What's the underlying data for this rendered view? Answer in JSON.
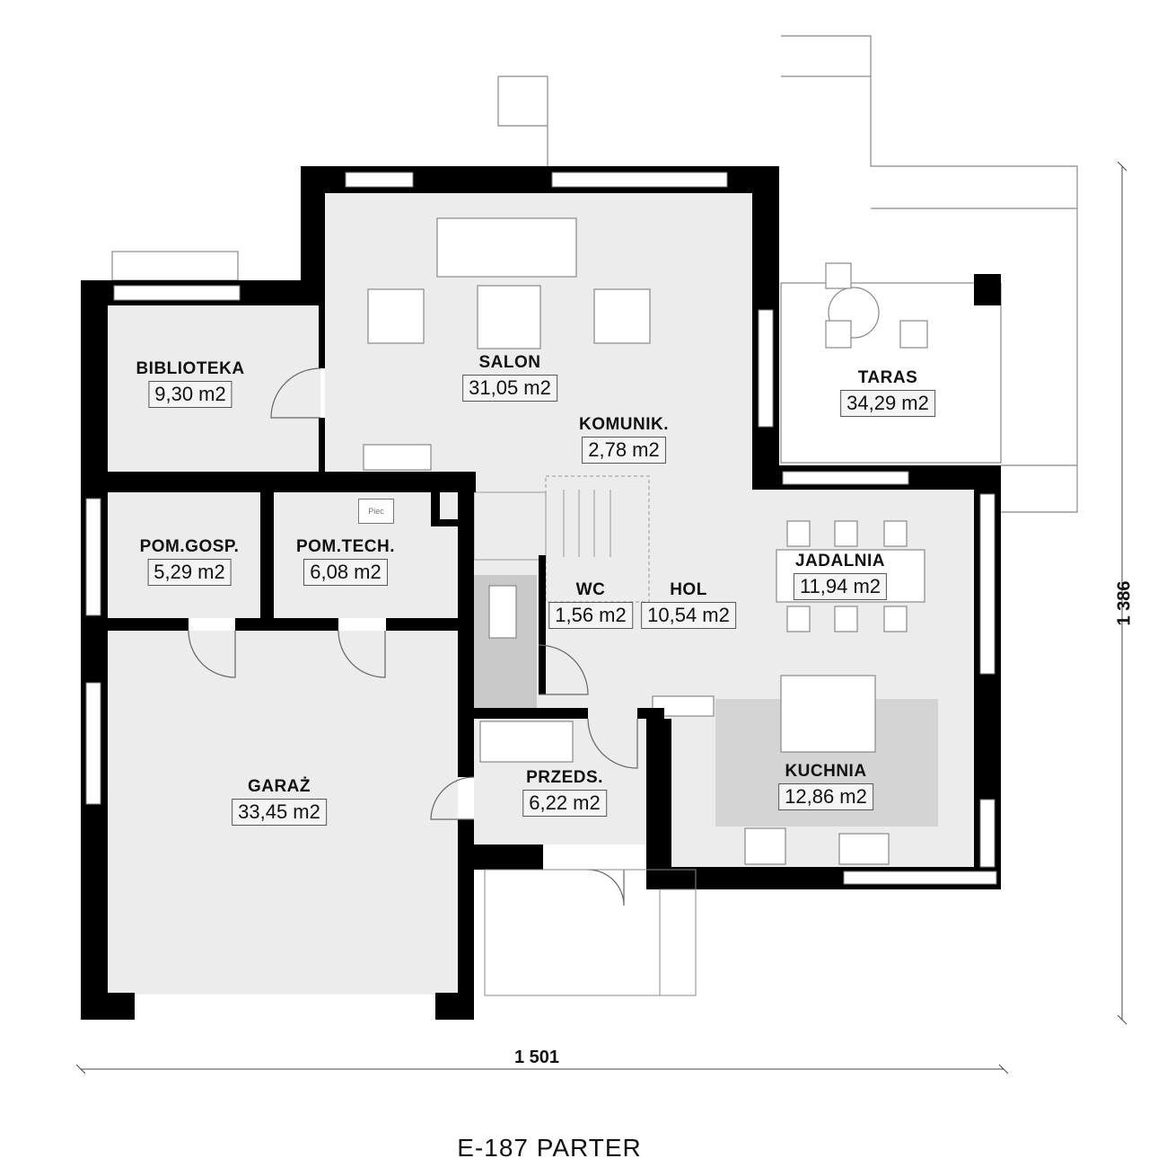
{
  "title": "E-187 PARTER",
  "dimensions": {
    "width": "1 501",
    "height": "1 386"
  },
  "rooms": [
    {
      "name": "BIBLIOTEKA",
      "area": "9,30 m2"
    },
    {
      "name": "SALON",
      "area": "31,05 m2"
    },
    {
      "name": "KOMUNIK.",
      "area": "2,78 m2"
    },
    {
      "name": "TARAS",
      "area": "34,29 m2"
    },
    {
      "name": "POM.GOSP.",
      "area": "5,29 m2"
    },
    {
      "name": "POM.TECH.",
      "area": "6,08 m2"
    },
    {
      "name": "WC",
      "area": "1,56 m2"
    },
    {
      "name": "HOL",
      "area": "10,54 m2"
    },
    {
      "name": "JADALNIA",
      "area": "11,94 m2"
    },
    {
      "name": "GARAŻ",
      "area": "33,45 m2"
    },
    {
      "name": "PRZEDS.",
      "area": "6,22 m2"
    },
    {
      "name": "KUCHNIA",
      "area": "12,86 m2"
    }
  ],
  "fixtures": {
    "boiler_label": "Piec"
  },
  "colors": {
    "floor": "#ececec",
    "kitchen": "#d4d4d4",
    "wall": "#000000"
  }
}
